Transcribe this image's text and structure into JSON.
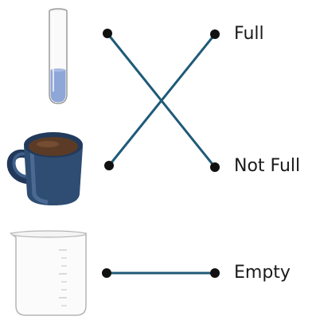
{
  "labels": {
    "full": "Full",
    "not_full": "Not Full",
    "empty": "Empty"
  },
  "images": {
    "top": "test-tube-icon",
    "middle": "coffee-mug-icon",
    "bottom": "empty-beaker-icon"
  },
  "connections": [
    {
      "from": "test-tube",
      "to": "Not Full"
    },
    {
      "from": "coffee-mug",
      "to": "Full"
    },
    {
      "from": "beaker",
      "to": "Empty"
    }
  ],
  "colors": {
    "line": "#1f5a78",
    "dot": "#111111",
    "liquid_tube": "#8fa6d8",
    "mug_body": "#2f4d73",
    "coffee": "#5b3b26"
  }
}
